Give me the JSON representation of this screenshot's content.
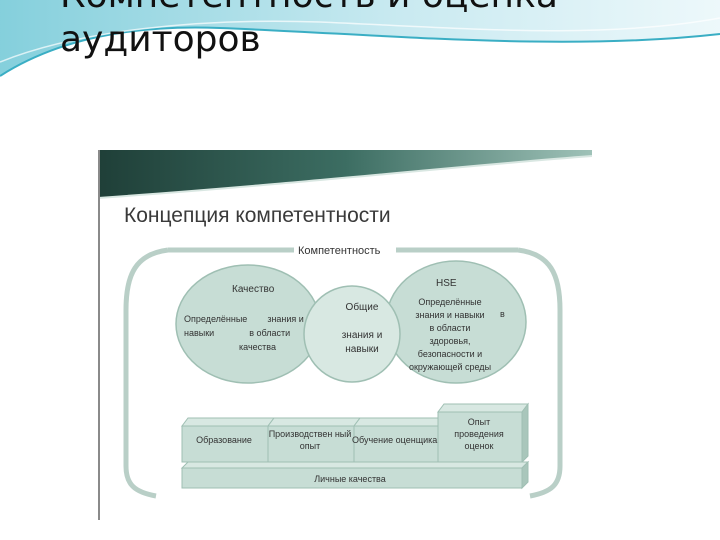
{
  "slide": {
    "title_line1": "Компетентность и оценка",
    "title_line2": "аудиторов"
  },
  "figure": {
    "title": "Концепция компетентности",
    "competence_label": "Компетентность",
    "circles": {
      "quality": {
        "title": "Качество",
        "body": "Определённые        знания и\nнавыки              в области\n                      качества"
      },
      "general": {
        "body": "Общие\n\nзнания и\nнавыки"
      },
      "hse": {
        "title": "HSE",
        "body": "Определённые\nзнания и навыки\nв области\nздоровья,\nбезопасности и\nокружающей среды",
        "extra": "в"
      }
    },
    "blocks": {
      "education": "Образование",
      "work_experience": "Производствен ный\nопыт",
      "auditor_training": "Обучение оценщика",
      "assessment_experience": "Опыт\nпроведения\nоценок",
      "personal_qualities": "Личные качества"
    }
  }
}
